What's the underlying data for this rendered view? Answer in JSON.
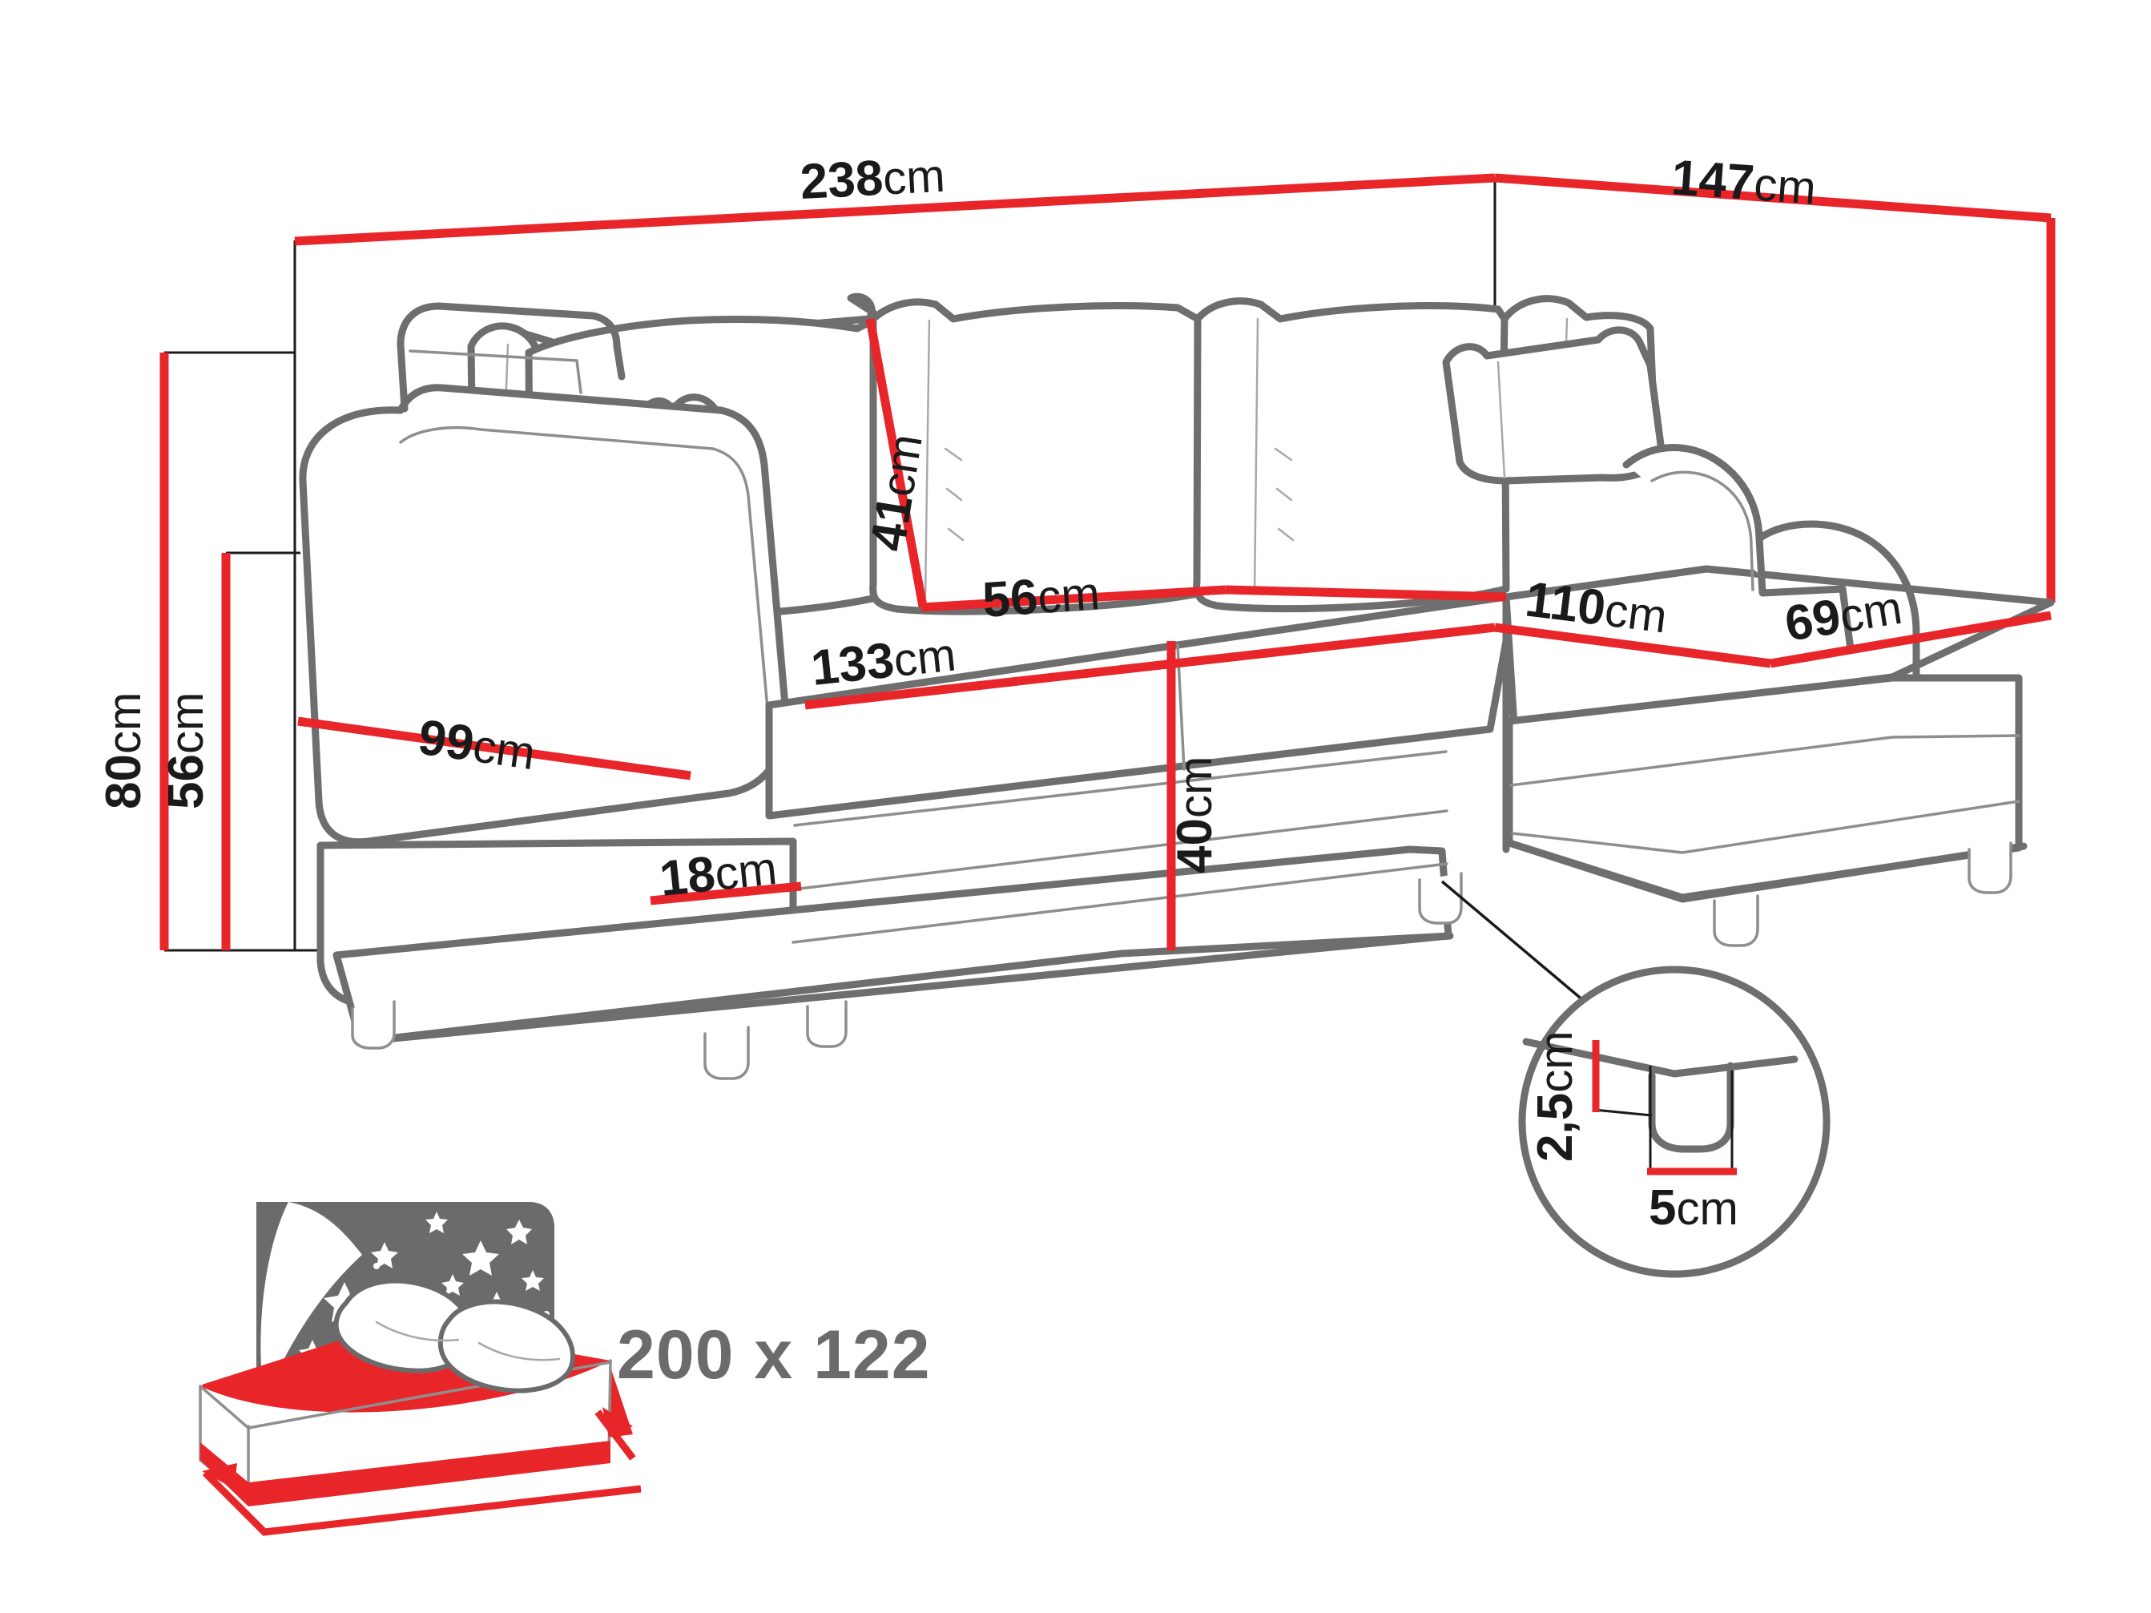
{
  "drawing": {
    "title": "Corner sofa bed technical dimension drawing",
    "units": "cm",
    "accent_color": "#e8262a",
    "outline_color": "#6e6e6e",
    "text_color": "#1a1a1a",
    "bed_label_color": "#6b6b6b",
    "background_color": "#ffffff"
  },
  "dimensions": {
    "overall_width": {
      "value": "238",
      "unit": "cm",
      "orientation": "horizontal"
    },
    "overall_depth": {
      "value": "147",
      "unit": "cm",
      "orientation": "horizontal"
    },
    "overall_height": {
      "value": "80",
      "unit": "cm",
      "orientation": "vertical"
    },
    "back_height": {
      "value": "56",
      "unit": "cm",
      "orientation": "vertical"
    },
    "backrest_cushion_height": {
      "value": "41",
      "unit": "cm",
      "orientation": "vertical"
    },
    "seat_depth": {
      "value": "56",
      "unit": "cm",
      "orientation": "horizontal"
    },
    "seat_width": {
      "value": "133",
      "unit": "cm",
      "orientation": "horizontal"
    },
    "armrest_length": {
      "value": "99",
      "unit": "cm",
      "orientation": "horizontal"
    },
    "armrest_height": {
      "value": "18",
      "unit": "cm",
      "orientation": "horizontal"
    },
    "seat_height": {
      "value": "40",
      "unit": "cm",
      "orientation": "vertical"
    },
    "chaise_length": {
      "value": "110",
      "unit": "cm",
      "orientation": "horizontal"
    },
    "chaise_depth": {
      "value": "69",
      "unit": "cm",
      "orientation": "horizontal"
    },
    "leg_height": {
      "value": "2,5",
      "unit": "cm",
      "orientation": "vertical"
    },
    "leg_width": {
      "value": "5",
      "unit": "cm",
      "orientation": "horizontal"
    }
  },
  "sleeping_area": {
    "label": "200 x 122",
    "icon": "bed-with-pillows-and-night-sky"
  },
  "detail_callout": {
    "name": "leg-detail-circle",
    "leg_height": "2,5",
    "leg_height_unit": "cm",
    "leg_width": "5",
    "leg_width_unit": "cm"
  }
}
